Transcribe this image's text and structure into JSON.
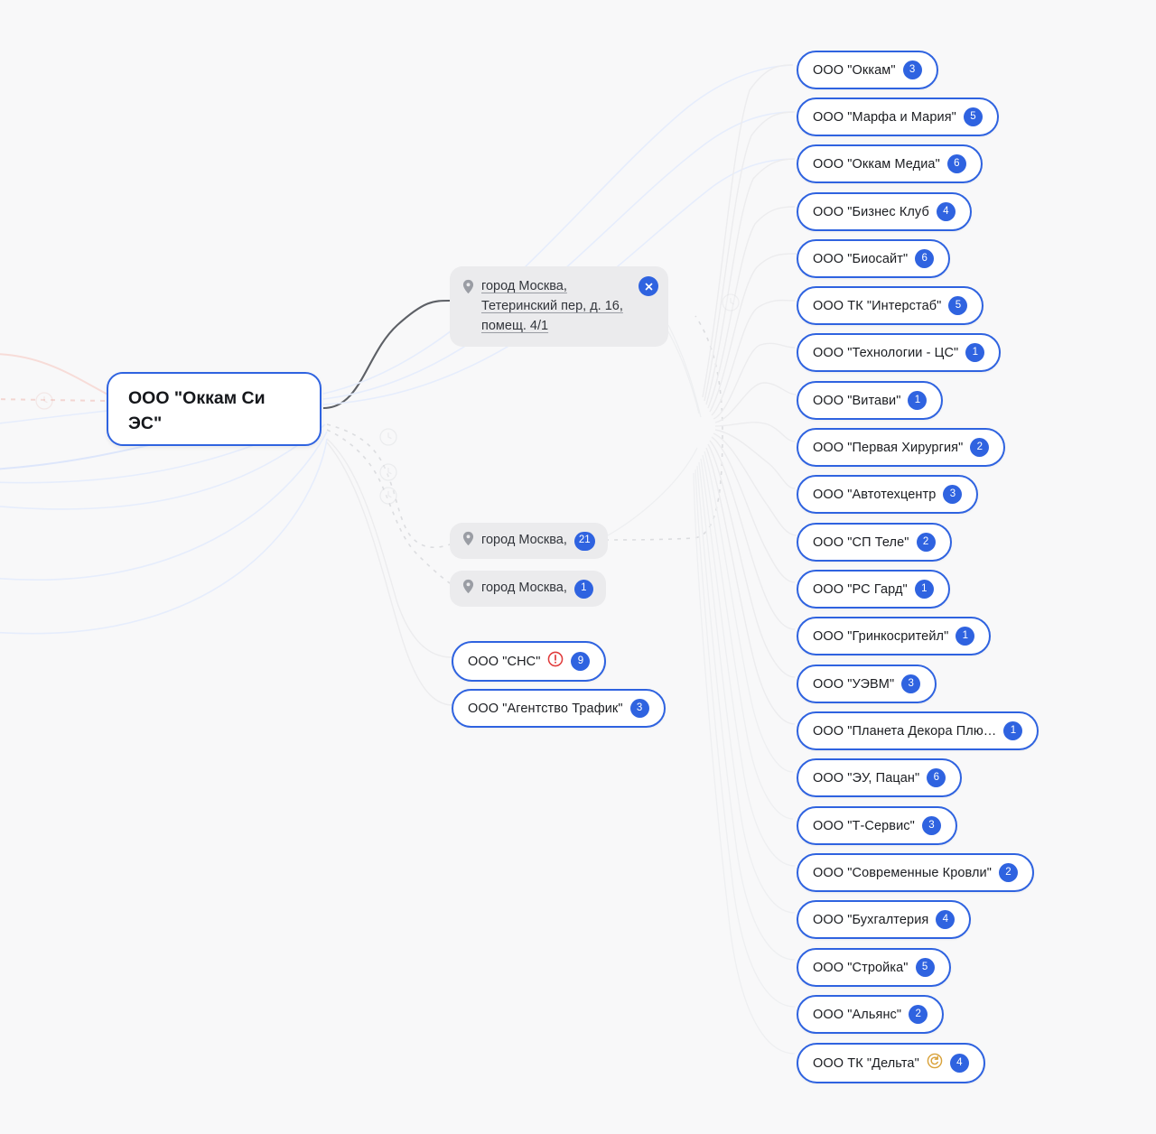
{
  "canvas": {
    "background": "#f8f8f9",
    "accent": "#2f63e0",
    "badge_color": "#2f63e0",
    "warn_color": "#e03a3a",
    "reorg_color": "#d9a23a",
    "address_bg": "#ebebed"
  },
  "root": {
    "label": "ООО \"Оккам Си ЭС\"",
    "name": "root-node"
  },
  "address_card": {
    "label": "город Москва, Тетеринский пер, д. 16, помещ. 4/1",
    "icon": "location-pin-icon",
    "close_icon": "close-icon"
  },
  "address_nodes": [
    {
      "label": "город Москва,",
      "badge": "21",
      "icon": "location-pin-icon"
    },
    {
      "label": "город Москва,",
      "badge": "1",
      "icon": "location-pin-icon"
    }
  ],
  "center_entities": [
    {
      "label": "ООО \"СНС\"",
      "badge": "9",
      "status_icon": "warning-icon"
    },
    {
      "label": "ООО \"Агентство Трафик\"",
      "badge": "3",
      "status_icon": null
    }
  ],
  "right_entities": [
    {
      "label": "ООО \"Оккам\"",
      "badge": "3",
      "status_icon": null
    },
    {
      "label": "ООО \"Марфа и Мария\"",
      "badge": "5",
      "status_icon": null
    },
    {
      "label": "ООО \"Оккам Медиа\"",
      "badge": "6",
      "status_icon": null
    },
    {
      "label": "ООО \"Бизнес Клуб",
      "badge": "4",
      "status_icon": null
    },
    {
      "label": "ООО \"Биосайт\"",
      "badge": "6",
      "status_icon": null
    },
    {
      "label": "ООО ТК \"Интерстаб\"",
      "badge": "5",
      "status_icon": null
    },
    {
      "label": "ООО \"Технологии - ЦС\"",
      "badge": "1",
      "status_icon": null
    },
    {
      "label": "ООО \"Витави\"",
      "badge": "1",
      "status_icon": null
    },
    {
      "label": "ООО \"Первая Хирургия\"",
      "badge": "2",
      "status_icon": null
    },
    {
      "label": "ООО \"Автотехцентр",
      "badge": "3",
      "status_icon": null
    },
    {
      "label": "ООО \"СП Теле\"",
      "badge": "2",
      "status_icon": null
    },
    {
      "label": "ООО \"РС Гард\"",
      "badge": "1",
      "status_icon": null
    },
    {
      "label": "ООО \"Гринкосритейл\"",
      "badge": "1",
      "status_icon": null
    },
    {
      "label": "ООО \"УЭВМ\"",
      "badge": "3",
      "status_icon": null
    },
    {
      "label": "ООО \"Планета Декора Плю…",
      "badge": "1",
      "status_icon": null
    },
    {
      "label": "ООО \"ЭУ, Пацан\"",
      "badge": "6",
      "status_icon": null
    },
    {
      "label": "ООО \"Т-Сервис\"",
      "badge": "3",
      "status_icon": null
    },
    {
      "label": "ООО \"Современные Кровли\"",
      "badge": "2",
      "status_icon": null
    },
    {
      "label": "ООО \"Бухгалтерия",
      "badge": "4",
      "status_icon": null
    },
    {
      "label": "ООО \"Стройка\"",
      "badge": "5",
      "status_icon": null
    },
    {
      "label": "ООО \"Альянс\"",
      "badge": "2",
      "status_icon": null
    },
    {
      "label": "ООО ТК \"Дельта\"",
      "badge": "4",
      "status_icon": "reorg-icon"
    }
  ]
}
